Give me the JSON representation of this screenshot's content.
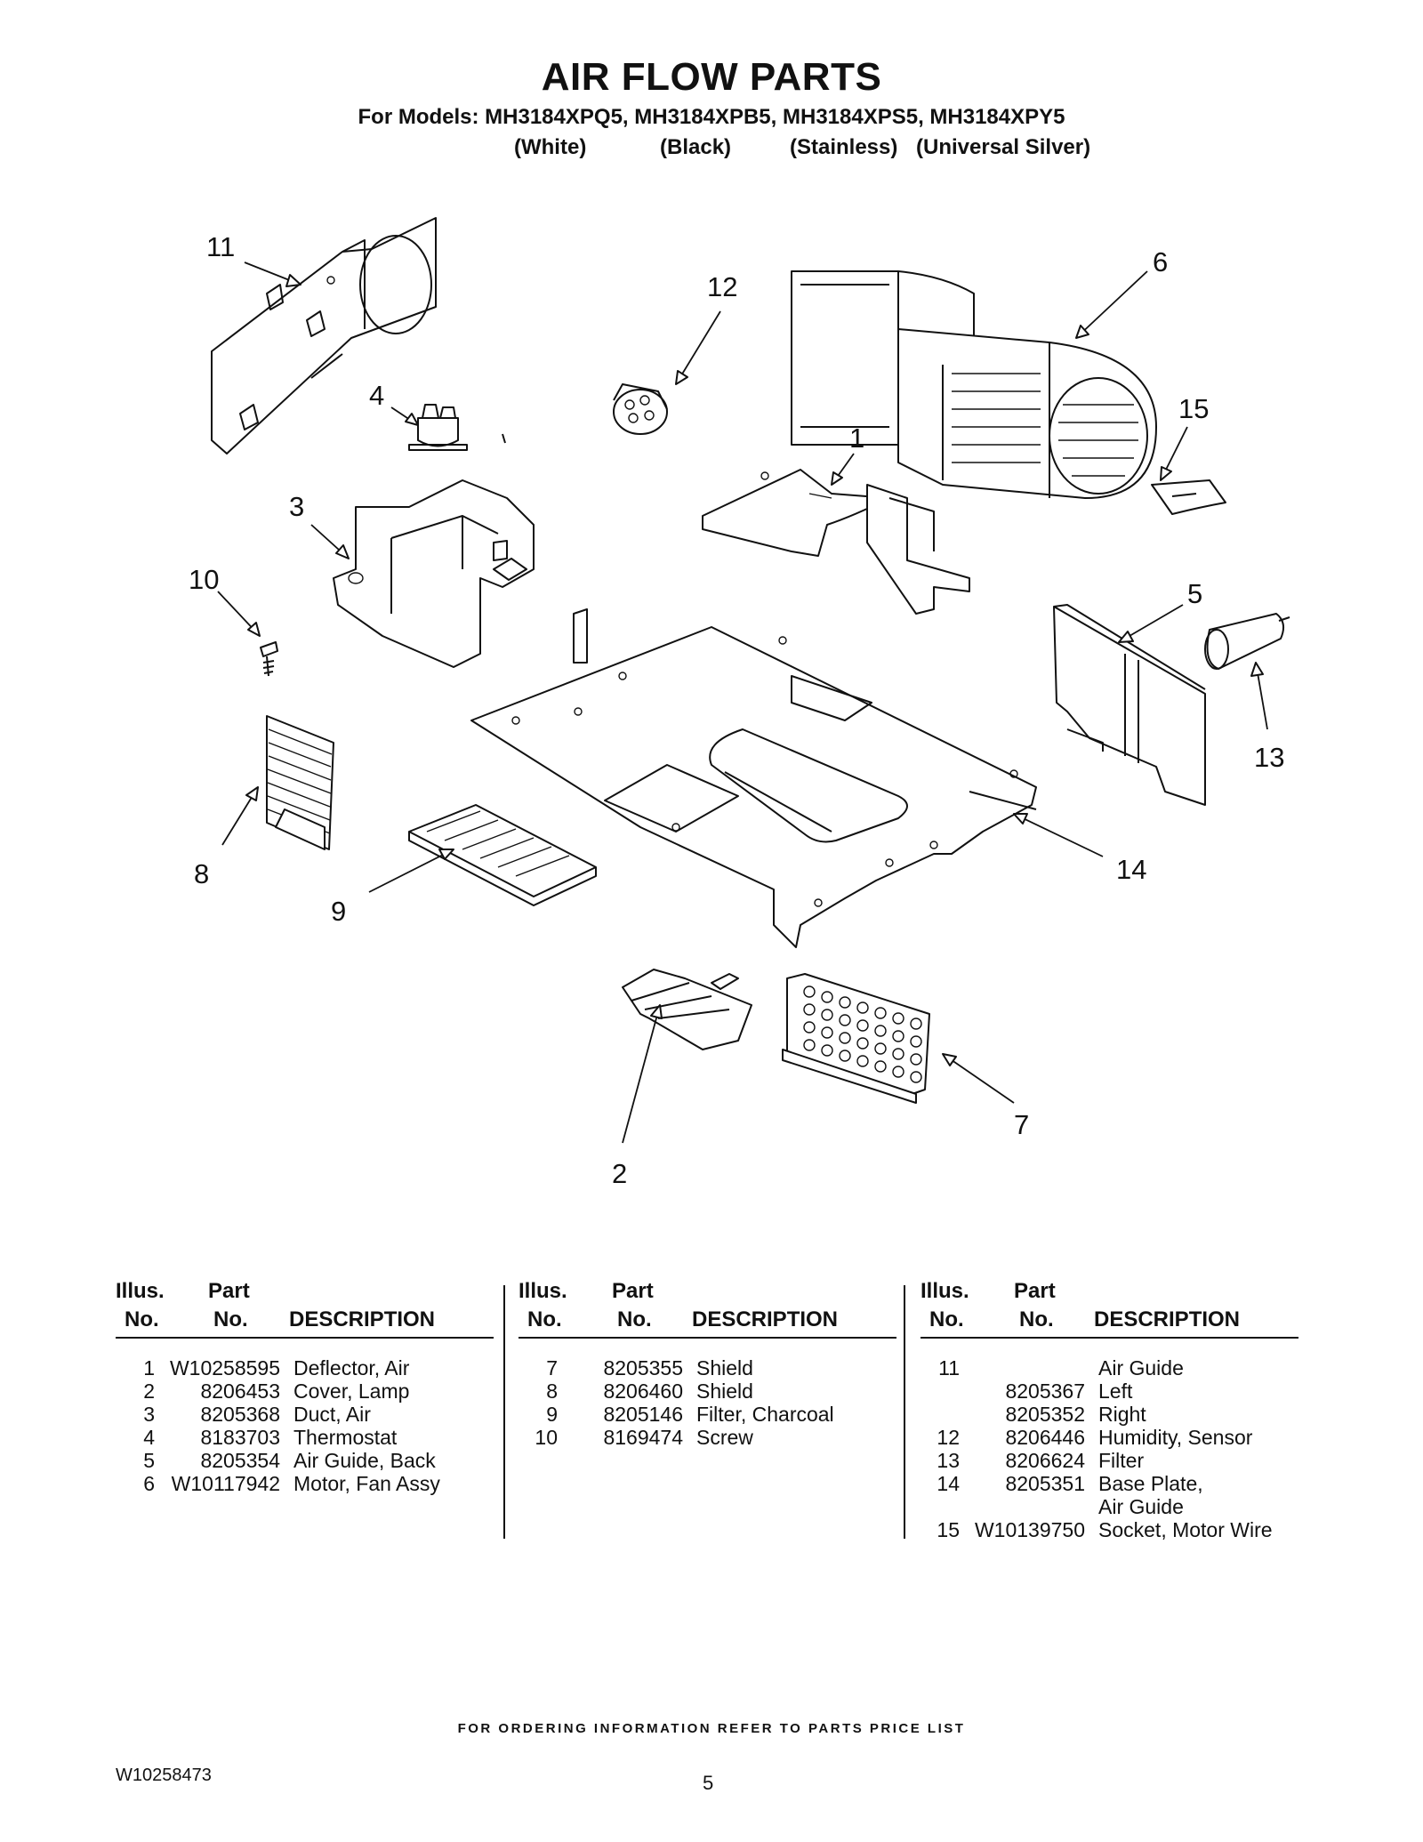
{
  "header": {
    "title": "AIR FLOW PARTS",
    "models_line": "For Models: MH3184XPQ5, MH3184XPB5, MH3184XPS5, MH3184XPY5",
    "variants": [
      "(White)",
      "(Black)",
      "(Stainless)",
      "(Universal Silver)"
    ]
  },
  "diagram": {
    "callouts": [
      "11",
      "12",
      "6",
      "4",
      "15",
      "1",
      "3",
      "10",
      "5",
      "13",
      "8",
      "9",
      "14",
      "2",
      "7"
    ]
  },
  "table": {
    "header_illus_1": "Illus.",
    "header_illus_2": "No.",
    "header_part_1": "Part",
    "header_part_2": "No.",
    "header_desc": "DESCRIPTION",
    "columns": [
      [
        {
          "illus": "1",
          "part": "W10258595",
          "desc": "Deflector, Air"
        },
        {
          "illus": "2",
          "part": "8206453",
          "desc": "Cover, Lamp"
        },
        {
          "illus": "3",
          "part": "8205368",
          "desc": "Duct, Air"
        },
        {
          "illus": "4",
          "part": "8183703",
          "desc": "Thermostat"
        },
        {
          "illus": "5",
          "part": "8205354",
          "desc": "Air Guide, Back"
        },
        {
          "illus": "6",
          "part": "W10117942",
          "desc": "Motor, Fan Assy"
        }
      ],
      [
        {
          "illus": "7",
          "part": "8205355",
          "desc": "Shield"
        },
        {
          "illus": "8",
          "part": "8206460",
          "desc": "Shield"
        },
        {
          "illus": "9",
          "part": "8205146",
          "desc": "Filter, Charcoal"
        },
        {
          "illus": "10",
          "part": "8169474",
          "desc": "Screw"
        }
      ],
      [
        {
          "illus": "11",
          "part": "",
          "desc": "Air Guide"
        },
        {
          "illus": "",
          "part": "8205367",
          "desc": "Left"
        },
        {
          "illus": "",
          "part": "8205352",
          "desc": "Right"
        },
        {
          "illus": "12",
          "part": "8206446",
          "desc": "Humidity, Sensor"
        },
        {
          "illus": "13",
          "part": "8206624",
          "desc": "Filter"
        },
        {
          "illus": "14",
          "part": "8205351",
          "desc": "Base Plate,"
        },
        {
          "illus": "",
          "part": "",
          "desc": "Air Guide"
        },
        {
          "illus": "15",
          "part": "W10139750",
          "desc": "Socket, Motor Wire"
        }
      ]
    ]
  },
  "footer": {
    "ordering_note": "FOR ORDERING INFORMATION REFER TO PARTS PRICE LIST",
    "doc_number": "W10258473",
    "page_number": "5"
  }
}
